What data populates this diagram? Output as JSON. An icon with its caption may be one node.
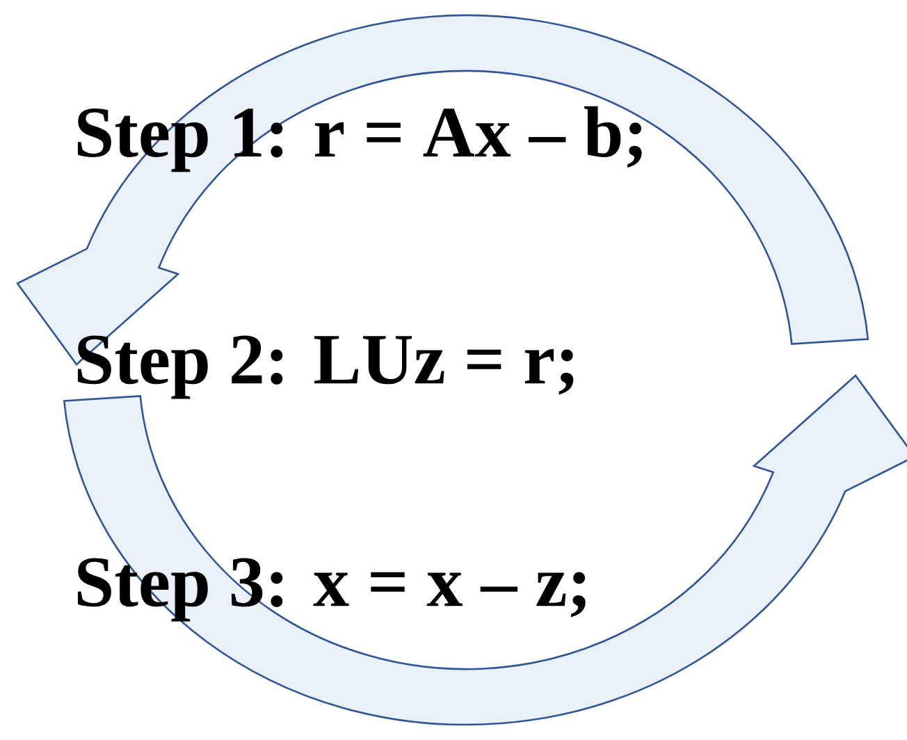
{
  "diagram": {
    "nodes": [
      {
        "text": [
          "Step 1: r = Ax – b;"
        ]
      },
      {
        "text": [
          "Step 2: LUz = r;"
        ]
      },
      {
        "text": [
          "Step 3: x = x – z;"
        ]
      }
    ],
    "edges": [
      {
        "from": 0,
        "to": 1,
        "arrow": "to"
      },
      {
        "from": 1,
        "to": 0,
        "arrow": "to"
      }
    ]
  }
}
